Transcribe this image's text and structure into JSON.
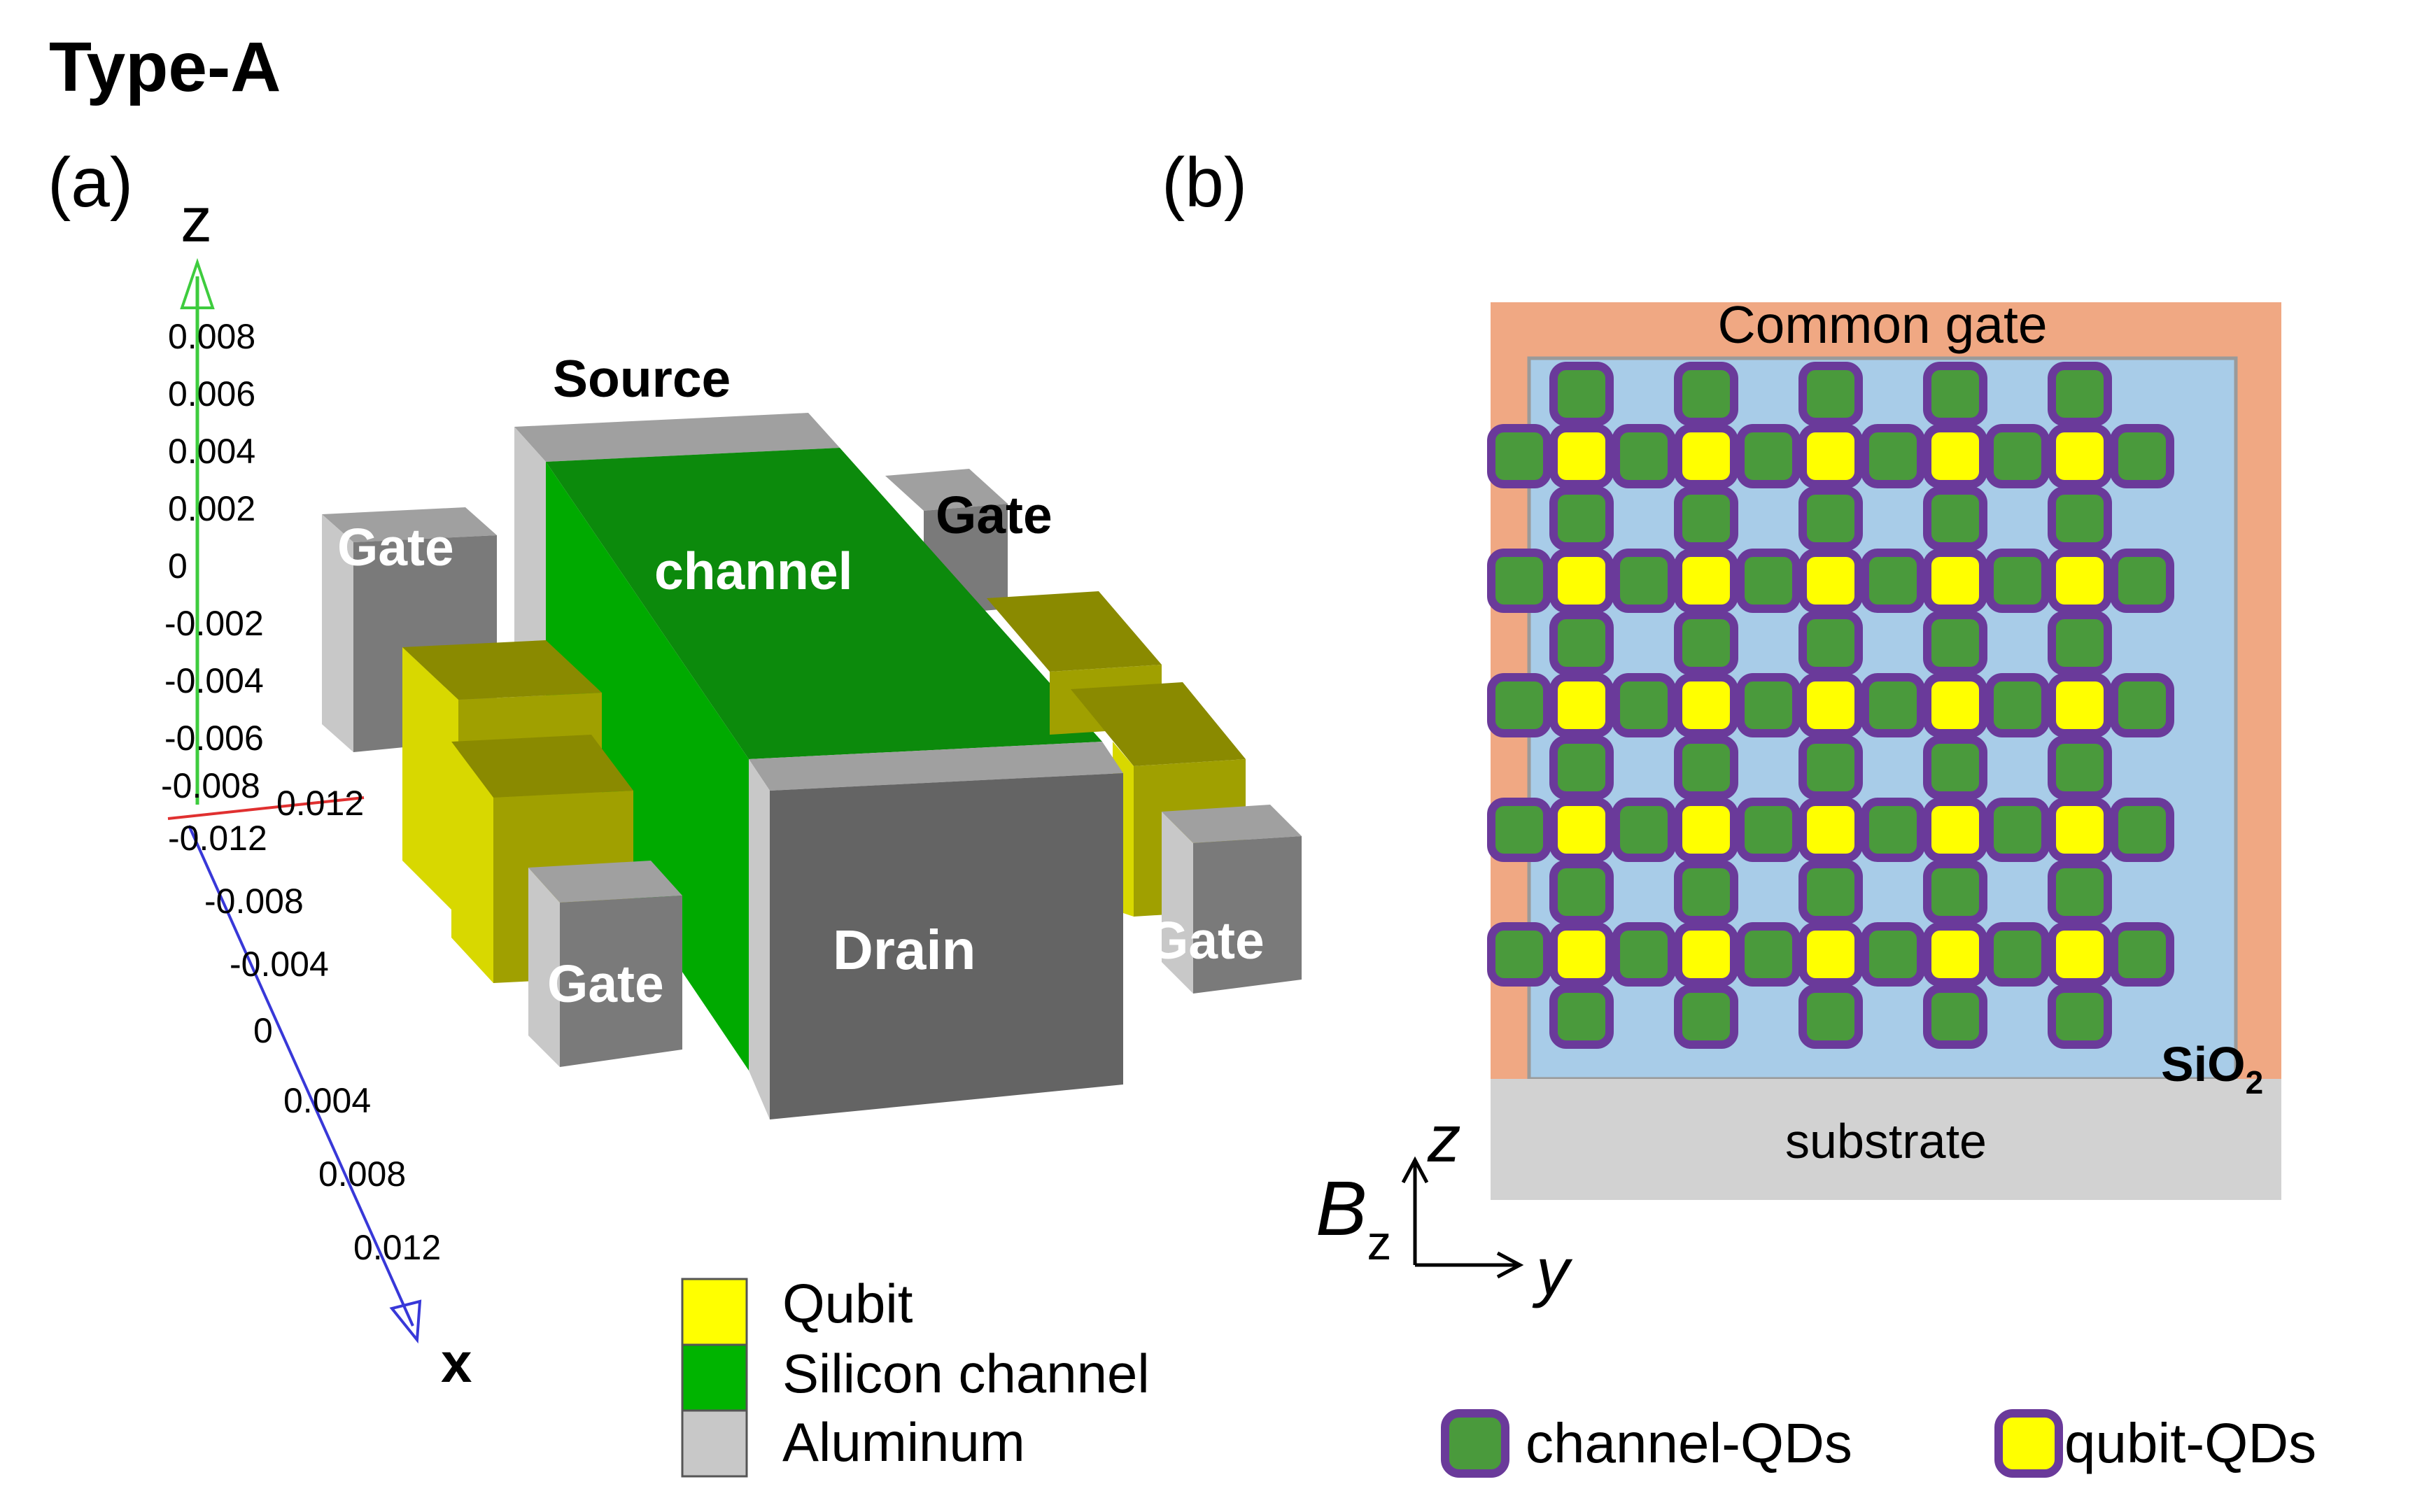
{
  "title": "Type-A",
  "panel_a": {
    "label": "(a)",
    "axis_z_label": "z",
    "axis_x_label": "x",
    "z_ticks": [
      "0.008",
      "0.006",
      "0.004",
      "0.002",
      "0",
      "-0.002",
      "-0.004",
      "-0.006",
      "-0.008"
    ],
    "x_ticks": [
      "-0.012",
      "-0.008",
      "-0.004",
      "0",
      "0.004",
      "0.008",
      "0.012"
    ],
    "y_tick": "0.012",
    "labels": {
      "source": "Source",
      "channel": "channel",
      "drain": "Drain",
      "gate_left_back": "Gate",
      "gate_left_front": "Gate",
      "gate_right_back": "Gate",
      "gate_right_front": "Gate"
    },
    "legend": [
      {
        "label": "Qubit",
        "color": "#ffff00"
      },
      {
        "label": "Silicon channel",
        "color": "#00b400"
      },
      {
        "label": "Aluminum",
        "color": "#c8c8c8"
      }
    ]
  },
  "panel_b": {
    "label": "(b)",
    "common_gate": "Common gate",
    "oxide_base": "SiO",
    "oxide_sub": "2",
    "substrate": "substrate",
    "field_symbol": "B",
    "field_sub": "z",
    "axis_z": "z",
    "axis_y": "y",
    "legend": [
      {
        "label": "channel-QDs",
        "color": "#4a9a3c"
      },
      {
        "label": "qubit-QDs",
        "color": "#ffff00"
      }
    ],
    "colors": {
      "gate": "#f0a883",
      "oxide": "#a8cce8",
      "substrate": "#d2d2d2",
      "qd_border": "#6a3a9a",
      "channel_qd": "#4a9a3c",
      "qubit_qd": "#ffff00"
    }
  }
}
